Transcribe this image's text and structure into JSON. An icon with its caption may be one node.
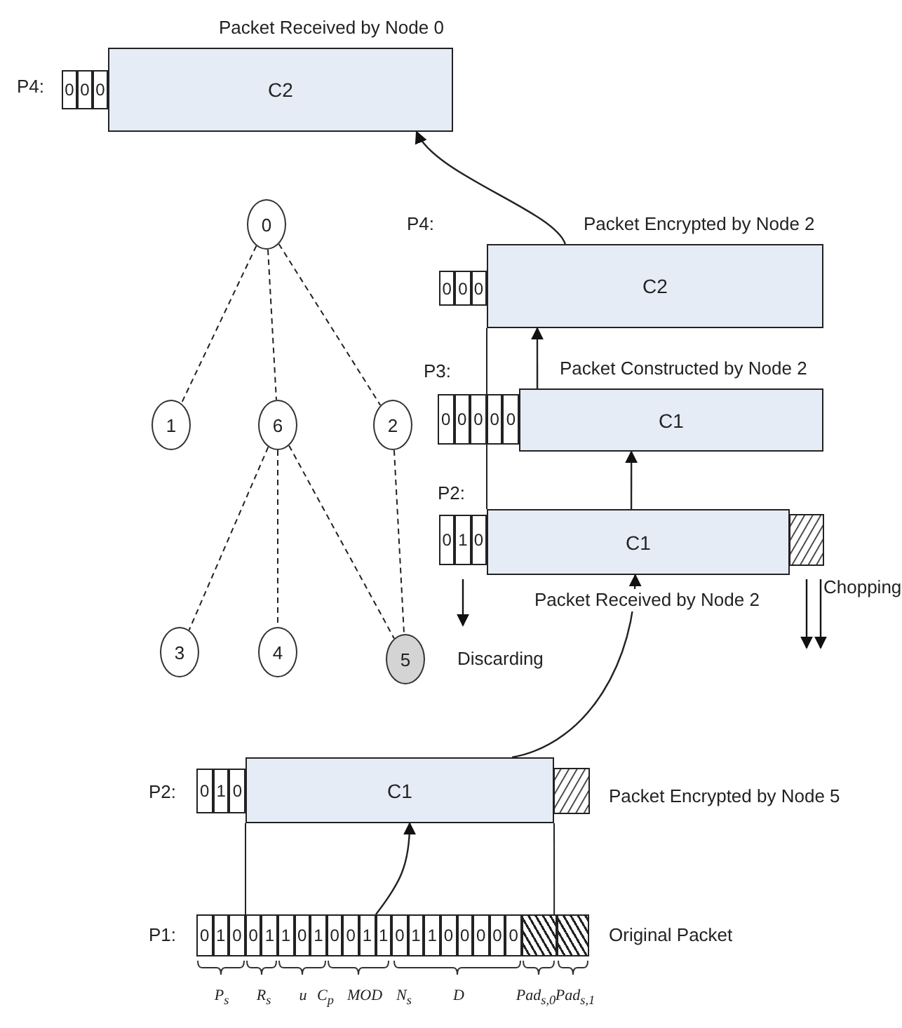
{
  "diagram": {
    "nodes": [
      {
        "text": [
          "C2"
        ],
        "beside": [
          "Packet Received by Node 0"
        ]
      },
      {
        "text": [
          "0"
        ]
      },
      {
        "text": [
          "1"
        ]
      },
      {
        "text": [
          "6"
        ]
      },
      {
        "text": [
          "2"
        ]
      },
      {
        "text": [
          "C2"
        ],
        "beside": [
          "Packet Encrypted by Node 2"
        ]
      },
      {
        "text": [
          "C1"
        ],
        "beside": [
          "Packet Constructed by Node 2"
        ]
      },
      {
        "text": [
          "C1"
        ],
        "beside": [
          "Packet Received by Node 2"
        ]
      },
      {
        "text": [
          "3"
        ]
      },
      {
        "text": [
          "4"
        ]
      },
      {
        "text": [
          "5"
        ]
      },
      {
        "text": [
          "C1"
        ],
        "beside": [
          "Packet Encrypted by Node 5"
        ]
      },
      {
        "text": [
          "0",
          "1",
          "0",
          "0",
          "1",
          "1",
          "0",
          "1",
          "0",
          "0",
          "1",
          "1",
          "0",
          "1",
          "1",
          "0",
          "0",
          "0",
          "0",
          "0"
        ],
        "beside": [
          "Original Packet"
        ]
      }
    ],
    "edges": [
      {
        "from": 1,
        "to": 2,
        "arrow": "none",
        "style": "dashed"
      },
      {
        "from": 1,
        "to": 3,
        "arrow": "none",
        "style": "dashed"
      },
      {
        "from": 1,
        "to": 4,
        "arrow": "none",
        "style": "dashed"
      },
      {
        "from": 3,
        "to": 8,
        "arrow": "none",
        "style": "dashed"
      },
      {
        "from": 3,
        "to": 9,
        "arrow": "none",
        "style": "dashed"
      },
      {
        "from": 3,
        "to": 10,
        "arrow": "none",
        "style": "dashed"
      },
      {
        "from": 4,
        "to": 10,
        "arrow": "none",
        "style": "dashed"
      },
      {
        "from": 12,
        "to": 11,
        "arrow": "to"
      },
      {
        "from": 11,
        "to": 7,
        "arrow": "to"
      },
      {
        "from": 7,
        "to": 6,
        "arrow": "to"
      },
      {
        "from": 6,
        "to": 5,
        "arrow": "to"
      },
      {
        "from": 5,
        "to": 0,
        "arrow": "to"
      },
      {
        "from": 5,
        "to": 7,
        "arrow": "none"
      },
      {
        "from": 11,
        "to": 12,
        "arrow": "none"
      },
      {
        "from": 11,
        "to": 12,
        "arrow": "none"
      }
    ],
    "labels": [
      "P4:",
      "0",
      "0",
      "0",
      "P4:",
      "0",
      "0",
      "0",
      "P3:",
      "0",
      "0",
      "0",
      "0",
      "0",
      "P2:",
      "0",
      "1",
      "0",
      "Chopping",
      "Discarding",
      "P2:",
      "0",
      "1",
      "0",
      "P1:",
      "P$_{s}$",
      "R$_{s}$",
      "u",
      "C$_{p}$",
      "MOD",
      "N$_{s}$",
      "D",
      "Pad$_{s,0}$",
      "Pad$_{s,1}$"
    ]
  }
}
